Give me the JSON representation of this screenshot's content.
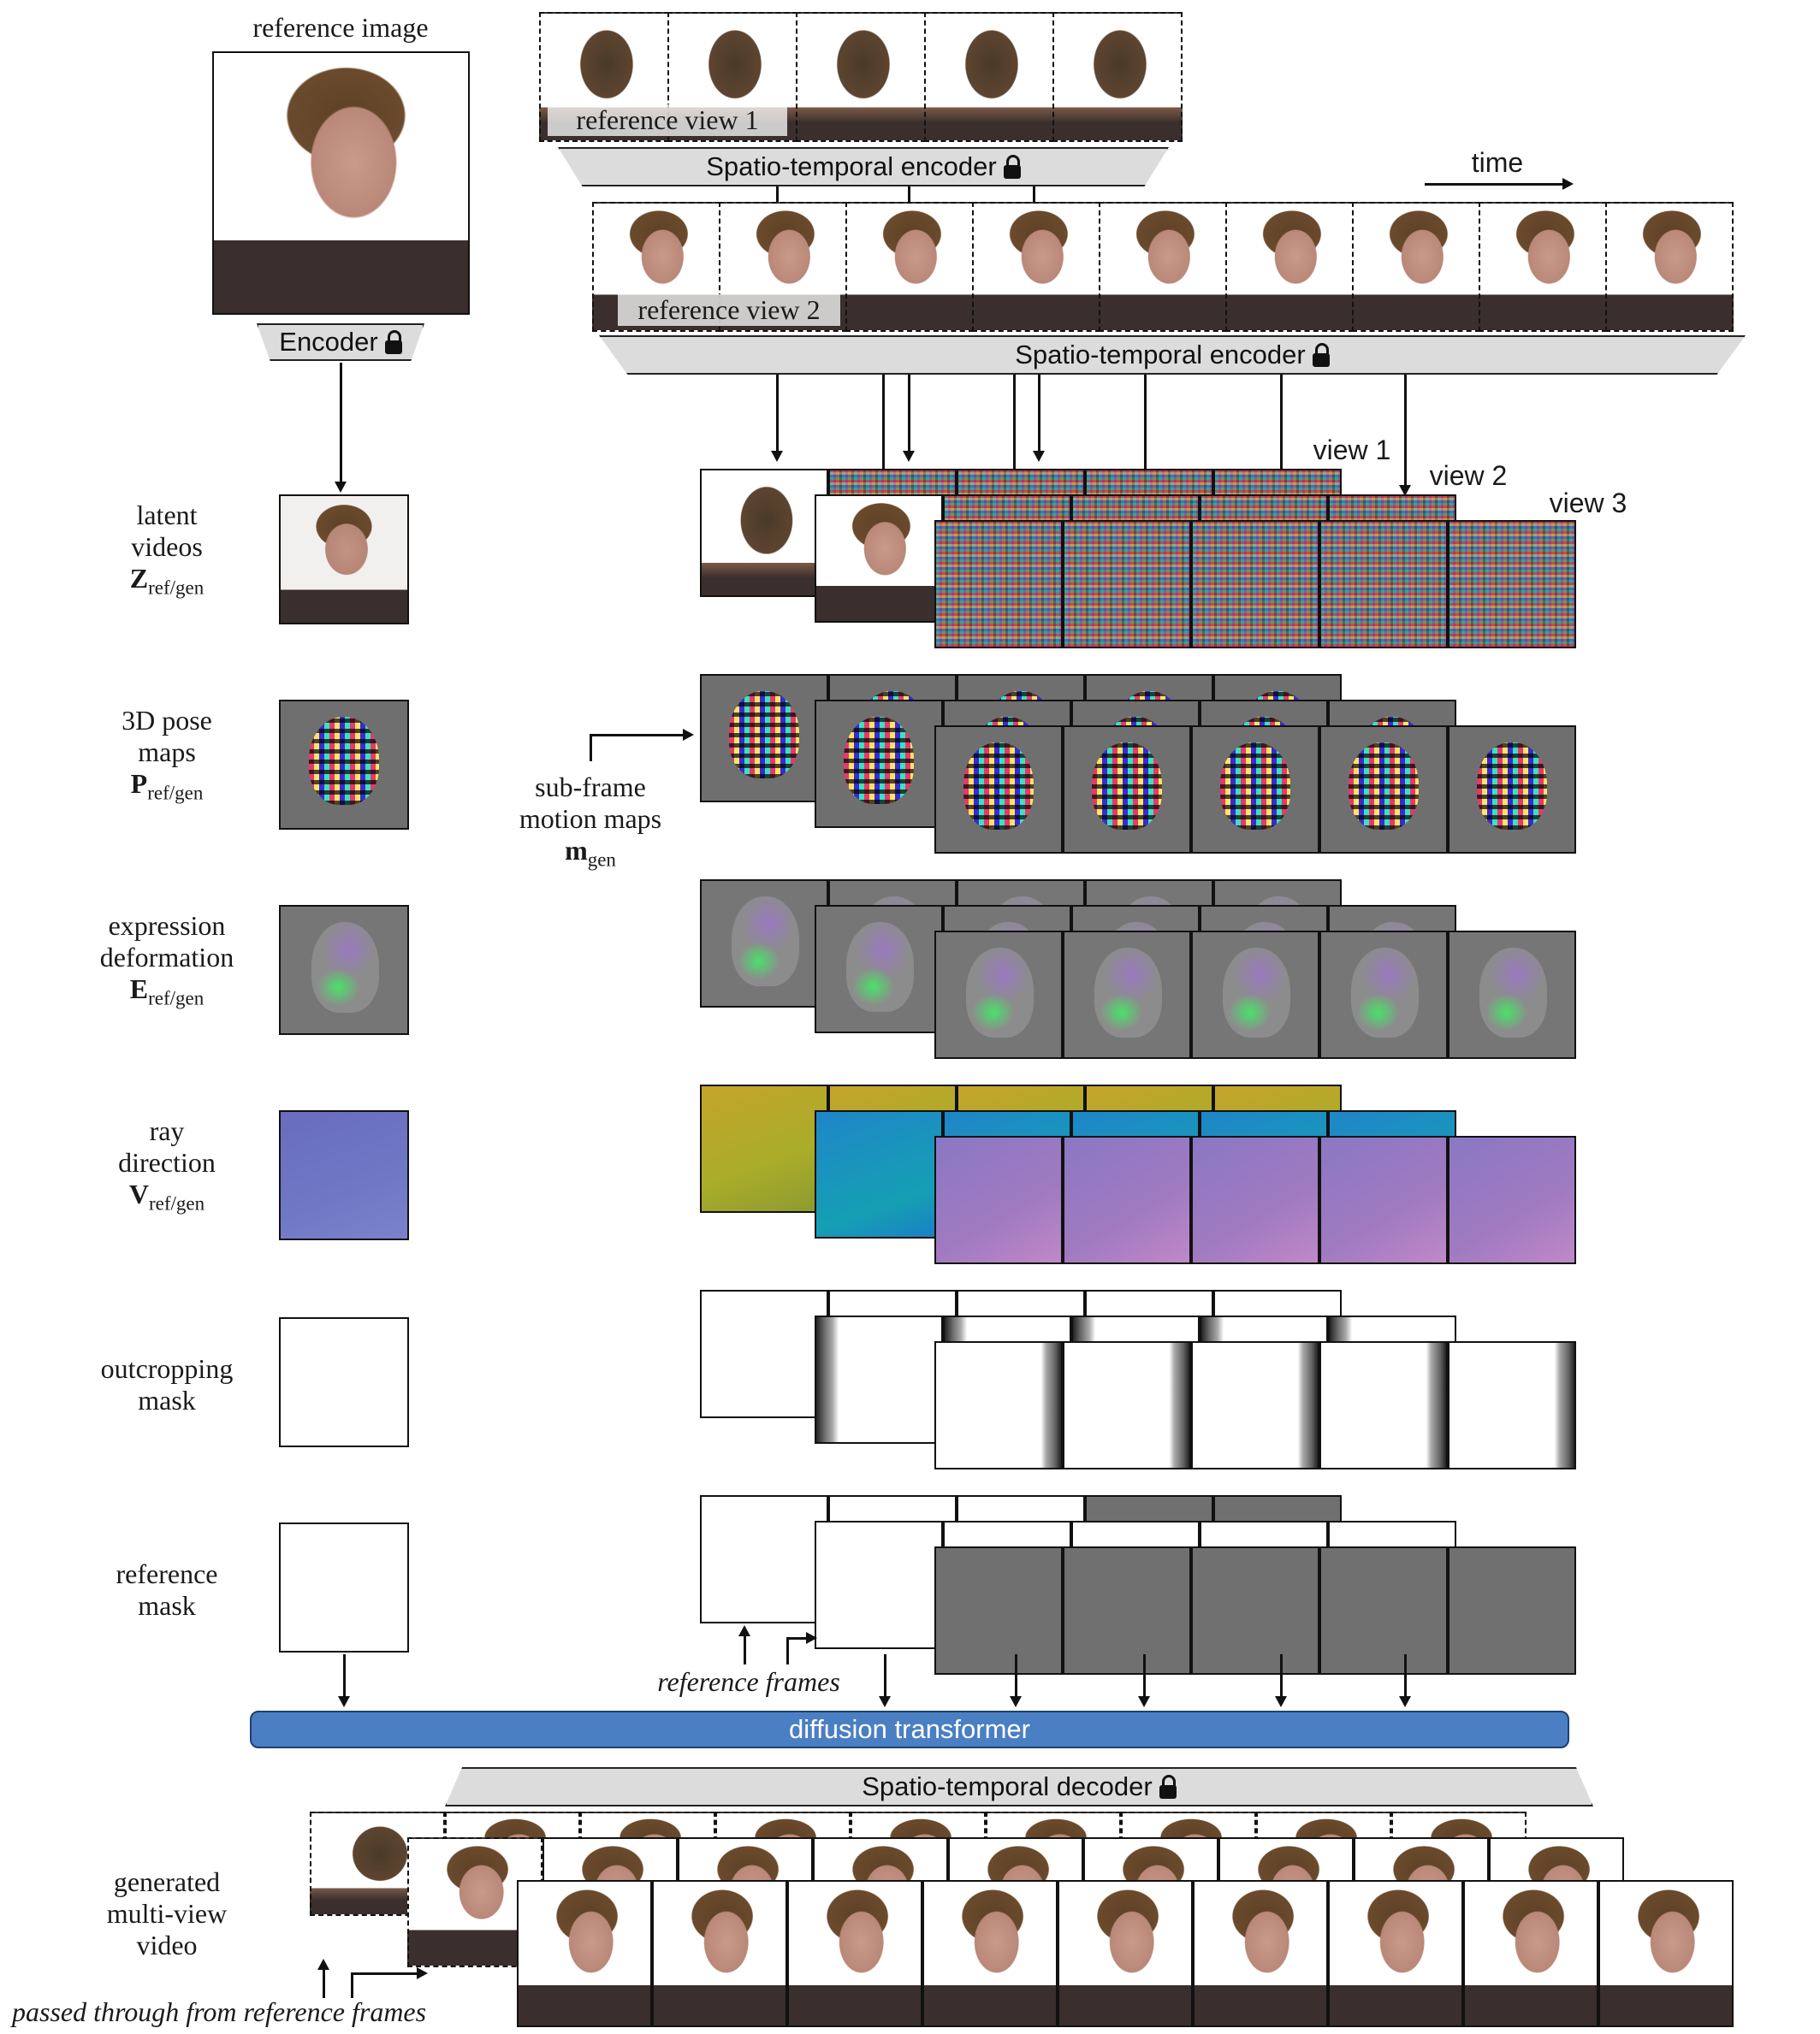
{
  "reference_image": {
    "title": "reference image",
    "encoder_label": "Encoder"
  },
  "top_encoder_1": {
    "label": "Spatio-temporal encoder",
    "view_label": "reference view 1"
  },
  "top_encoder_2": {
    "label": "Spatio-temporal encoder",
    "view_label": "reference view 2"
  },
  "time_label": "time",
  "view_labels": [
    "view 1",
    "view 2",
    "view 3"
  ],
  "rows": [
    {
      "key": "latent",
      "name": "latent\nvideos",
      "symbol": "Z",
      "sub": "ref/gen"
    },
    {
      "key": "pose",
      "name": "3D pose\nmaps",
      "symbol": "P",
      "sub": "ref/gen"
    },
    {
      "key": "expr",
      "name": "expression\ndeformation",
      "symbol": "E",
      "sub": "ref/gen"
    },
    {
      "key": "ray",
      "name": "ray\ndirection",
      "symbol": "V",
      "sub": "ref/gen"
    },
    {
      "key": "outc",
      "name": "outcropping\nmask"
    },
    {
      "key": "refmask",
      "name": "reference\nmask"
    }
  ],
  "labels": {
    "latent_1": "latent",
    "latent_2": "videos",
    "pose_1": "3D pose",
    "pose_2": "maps",
    "expr_1": "expression",
    "expr_2": "deformation",
    "ray_1": "ray",
    "ray_2": "direction",
    "outc_1": "outcropping",
    "outc_2": "mask",
    "ref_1": "reference",
    "ref_2": "mask",
    "sym_z": "Z",
    "sym_p": "P",
    "sym_e": "E",
    "sym_v": "V",
    "sub": "ref/gen",
    "subframe_1": "sub-frame",
    "subframe_2": "motion maps",
    "sym_m": "m",
    "sub_gen": "gen",
    "reference_frames": "reference frames",
    "generated_1": "generated",
    "generated_2": "multi-view",
    "generated_3": "video",
    "passed_through": "passed through from reference frames"
  },
  "diffusion_transformer": "diffusion transformer",
  "decoder": "Spatio-temporal decoder",
  "colors": {
    "dit_blue": "#4a7fc4",
    "trap_gray": "#dcdcdc",
    "mask_gray": "#707070"
  }
}
